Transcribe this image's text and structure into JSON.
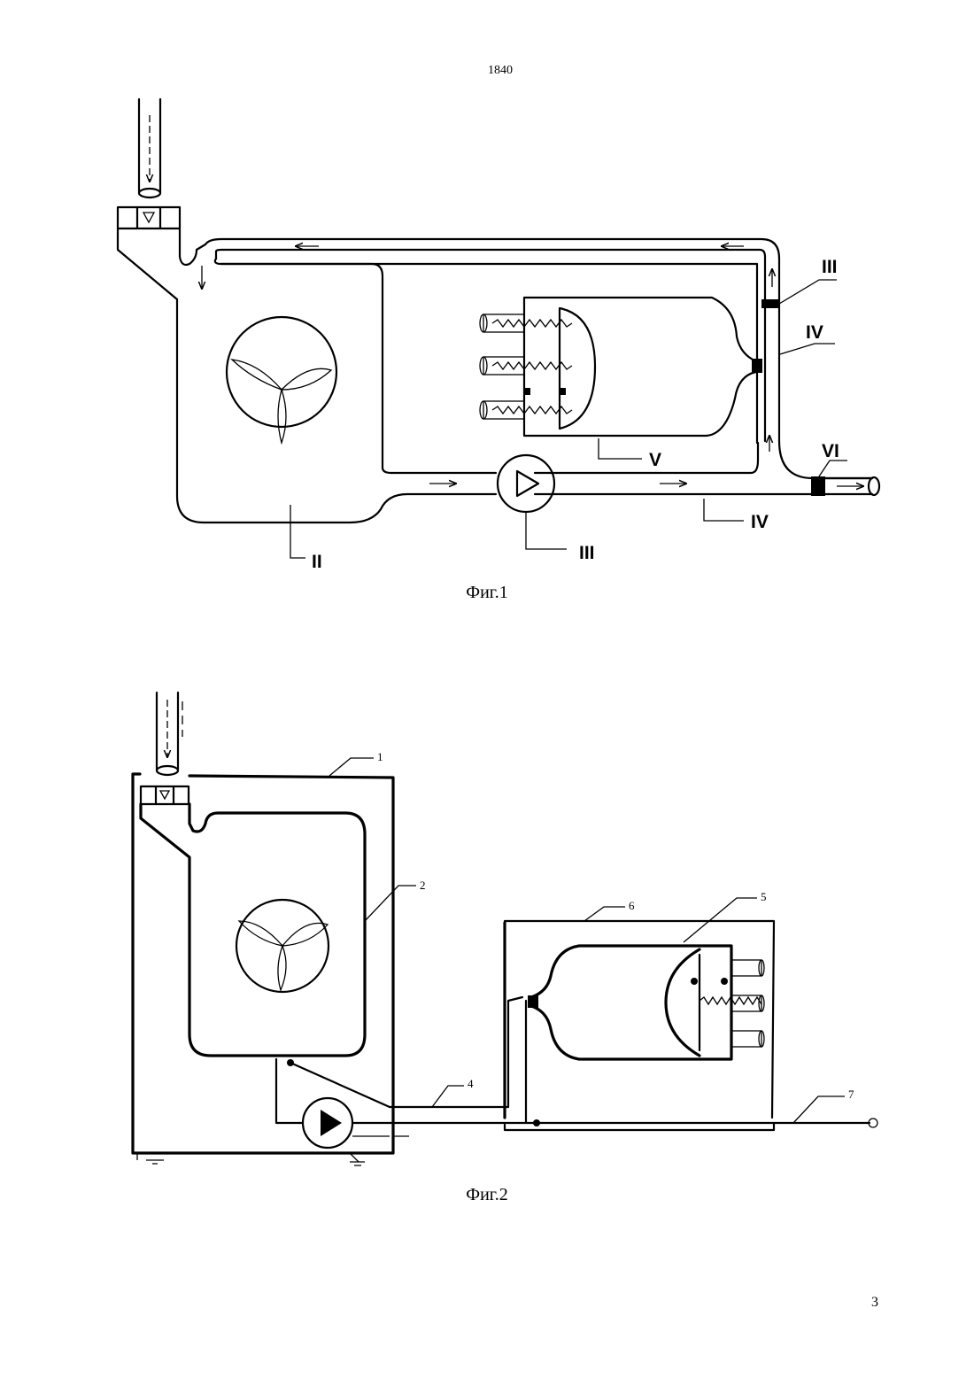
{
  "header": {
    "doc_number": "1840"
  },
  "footer": {
    "page_number": "3"
  },
  "figure1": {
    "caption": "Фиг.1",
    "labels": {
      "tank": "II",
      "pump": "III",
      "pipe_bottom": "IV",
      "valve_top": "III",
      "pipe_right": "IV",
      "heater": "V",
      "drain_valve": "VI"
    }
  },
  "figure2": {
    "caption": "Фиг.2",
    "labels": {
      "body": "1",
      "tank": "2",
      "hose": "4",
      "heater": "5",
      "heater_box": "6",
      "drain": "7"
    }
  }
}
